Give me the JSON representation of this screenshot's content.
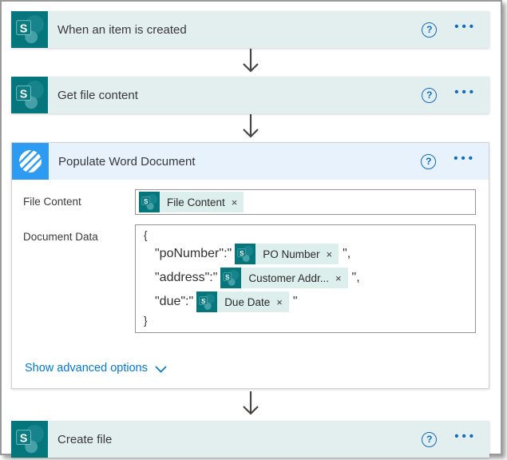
{
  "colors": {
    "sharepoint_teal": "#05767c",
    "sharepoint_header_bg": "#e3efee",
    "word_blue": "#2e9bf2",
    "word_header_bg": "#e7f2fc",
    "accent_blue": "#0f6cbd",
    "link_blue": "#0078d4",
    "token_bg": "#ddefed",
    "arrow_gray": "#484644"
  },
  "icons": {
    "help": "?",
    "ellipsis": "•••",
    "remove": "×",
    "sharepoint_letter": "S",
    "sharepoint_icon_name": "sharepoint-icon",
    "word_icon_name": "word-populate-icon"
  },
  "cards": [
    {
      "title": "When an item is created",
      "connector": "sharepoint"
    },
    {
      "title": "Get file content",
      "connector": "sharepoint"
    },
    {
      "title": "Populate Word Document",
      "connector": "word"
    },
    {
      "title": "Create file",
      "connector": "sharepoint"
    }
  ],
  "populate_word": {
    "fields": {
      "file_content": {
        "label": "File Content",
        "token": "File Content"
      },
      "document_data": {
        "label": "Document Data",
        "open_brace": "{",
        "close_brace": "}",
        "entries": [
          {
            "prefix": "\"poNumber\":\"",
            "token": "PO Number",
            "suffix": "\","
          },
          {
            "prefix": "\"address\":\"",
            "token": "Customer Addr...",
            "suffix": "\","
          },
          {
            "prefix": "\"due\":\"",
            "token": "Due Date",
            "suffix": "\""
          }
        ]
      }
    },
    "advanced_options_label": "Show advanced options"
  }
}
